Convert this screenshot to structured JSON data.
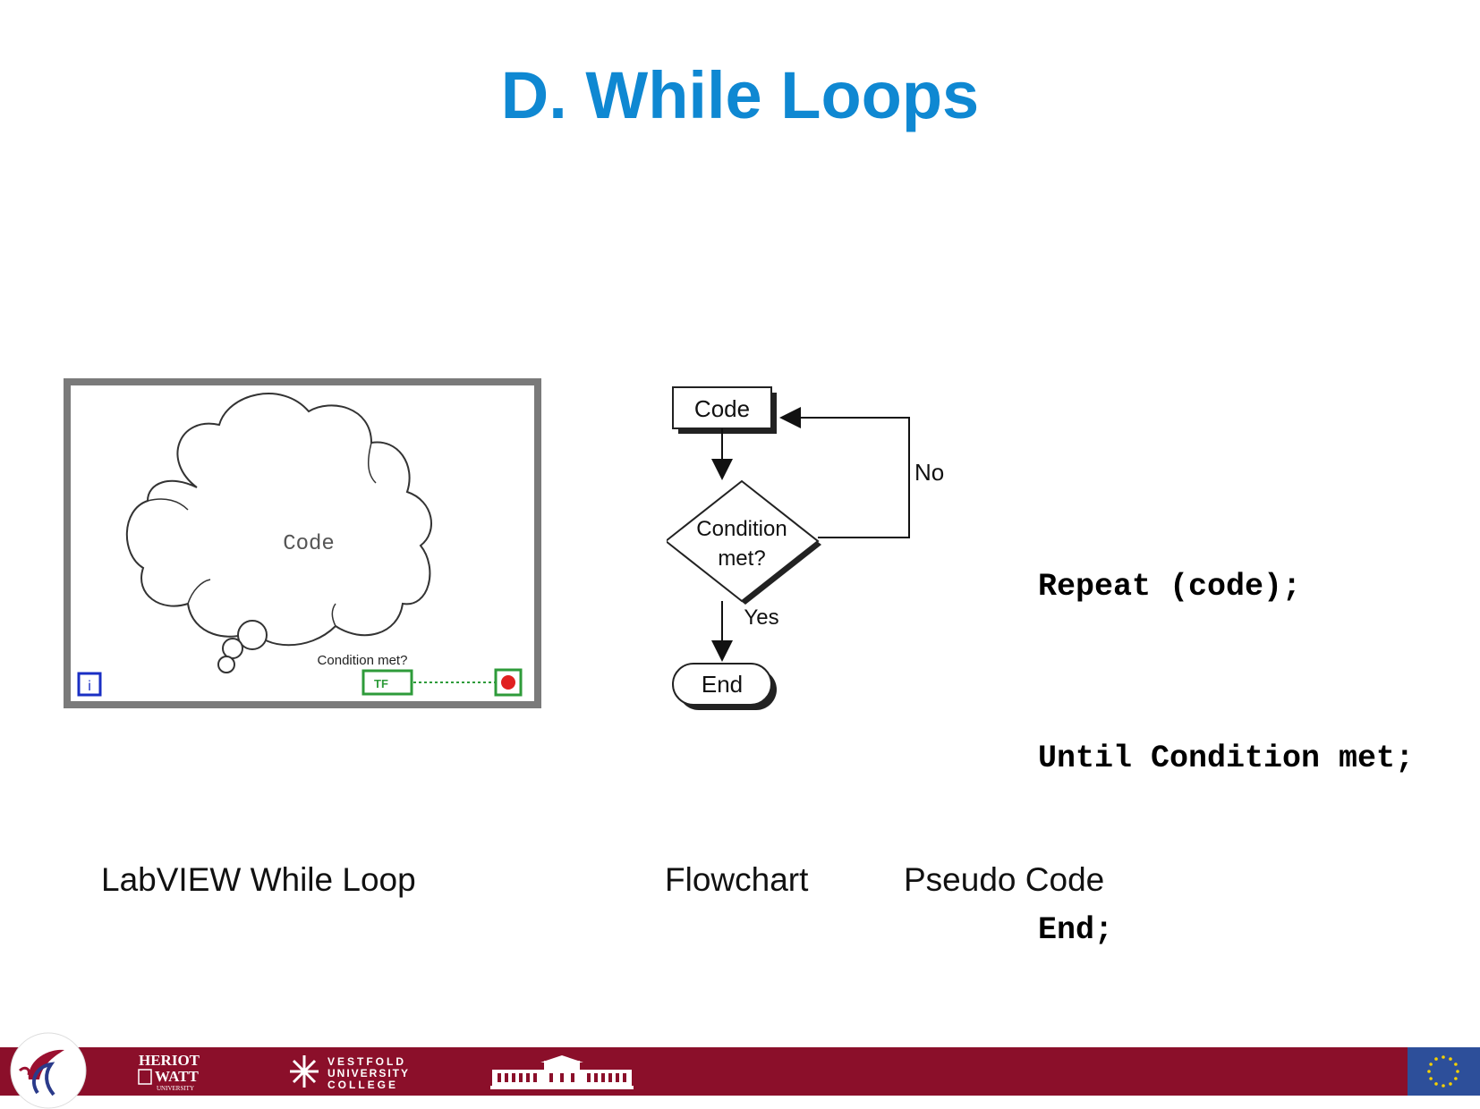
{
  "slide": {
    "title": "D. While Loops"
  },
  "labview": {
    "code_label": "Code",
    "condition_label": "Condition met?",
    "tf_label": "TF",
    "iteration_terminal": "i",
    "caption": "LabVIEW While Loop"
  },
  "flowchart": {
    "code_box": "Code",
    "decision_line1": "Condition",
    "decision_line2": "met?",
    "no_label": "No",
    "yes_label": "Yes",
    "end_label": "End",
    "caption": "Flowchart"
  },
  "pseudo": {
    "lines": [
      "Repeat (code);",
      "Until Condition met;",
      "End;"
    ],
    "caption": "Pseudo Code"
  },
  "footer": {
    "hw_line1": "HERIOT",
    "hw_line2": "WATT",
    "hw_line3": "UNIVERSITY",
    "vuc_line1": "VESTFOLD",
    "vuc_line2": "UNIVERSITY",
    "vuc_line3": "COLLEGE"
  },
  "colors": {
    "title": "#0f88d2",
    "footer_bar": "#8b0f2a",
    "eu_blue": "#2d4f9a",
    "eu_stars": "#f5d000",
    "labview_green": "#2e9b3a",
    "labview_blue": "#1a2fc4",
    "stop_red": "#e02020"
  }
}
